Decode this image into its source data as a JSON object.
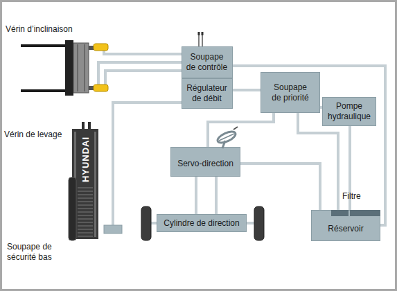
{
  "diagram": {
    "nodes": [
      {
        "text": [
          "Soupape de contrôle"
        ]
      },
      {
        "text": [
          "Régulateur de débit"
        ]
      },
      {
        "text": [
          "Soupape de priorité"
        ]
      },
      {
        "text": [
          "Pompe hydraulique"
        ]
      },
      {
        "text": [
          "Servo-direction"
        ]
      },
      {
        "text": [
          "Cylindre de direction"
        ]
      },
      {
        "text": [
          "Réservoir"
        ]
      }
    ],
    "edges": [
      {
        "from": 0,
        "to": 6,
        "arrow": "none"
      },
      {
        "from": 1,
        "to": 2,
        "arrow": "none"
      },
      {
        "from": 2,
        "to": 3,
        "arrow": "none"
      },
      {
        "from": 3,
        "to": 6,
        "arrow": "none"
      },
      {
        "from": 2,
        "to": 6,
        "arrow": "none"
      },
      {
        "from": 2,
        "to": 4,
        "arrow": "none"
      },
      {
        "from": 4,
        "to": 5,
        "arrow": "none"
      },
      {
        "from": 4,
        "to": 5,
        "arrow": "none"
      },
      {
        "from": 4,
        "to": 6,
        "arrow": "none"
      }
    ],
    "labels": [
      "Vérin d’inclinaison",
      "Vérin de levage",
      "HYUNDAI",
      "Soupape de sécurité bas",
      "Filtre"
    ]
  }
}
